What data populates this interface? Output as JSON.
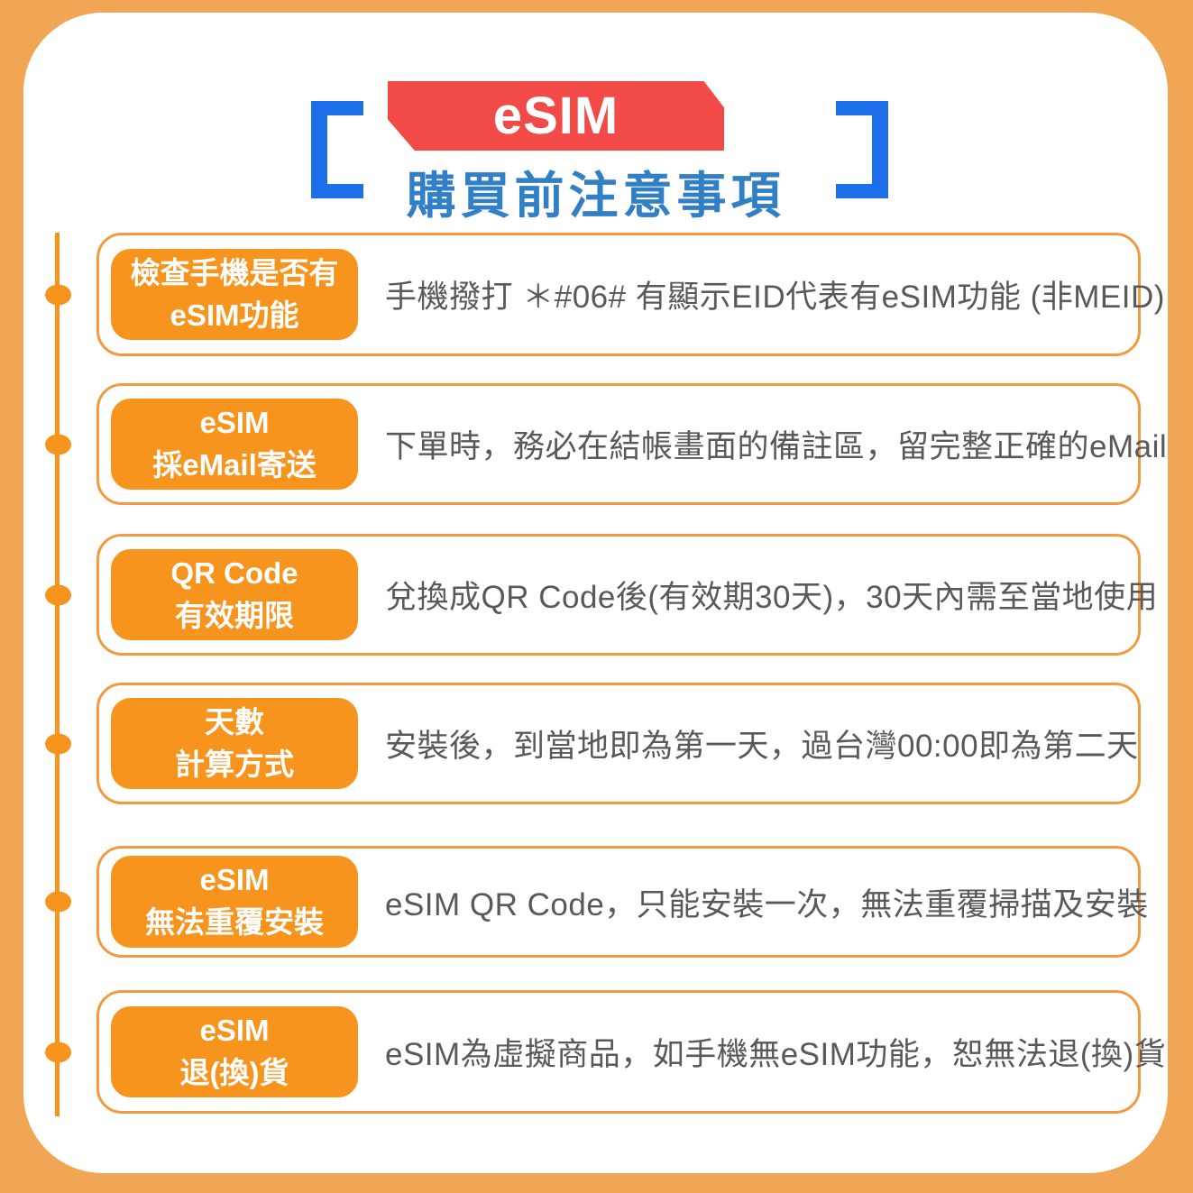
{
  "colors": {
    "background_orange": "#F0A655",
    "accent_orange": "#F7941E",
    "card_border_orange": "#F19A3E",
    "banner_red": "#F24A47",
    "bracket_blue": "#1C6FE8",
    "title_blue": "#3180C7",
    "body_text_gray": "#58595B"
  },
  "header": {
    "banner_label": "eSIM",
    "title": "購買前注意事項"
  },
  "rows": [
    {
      "label_line1": "檢查手機是否有",
      "label_line2": "eSIM功能",
      "description": "手機撥打 ＊#06# 有顯示EID代表有eSIM功能 (非MEID)"
    },
    {
      "label_line1": "eSIM",
      "label_line2": "採eMail寄送",
      "description": "下單時，務必在結帳畫面的備註區，留完整正確的eMail"
    },
    {
      "label_line1": "QR Code",
      "label_line2": "有效期限",
      "description": "兌換成QR Code後(有效期30天)，30天內需至當地使用"
    },
    {
      "label_line1": "天數",
      "label_line2": "計算方式",
      "description": "安裝後，到當地即為第一天，過台灣00:00即為第二天"
    },
    {
      "label_line1": "eSIM",
      "label_line2": "無法重覆安裝",
      "description": "eSIM QR Code，只能安裝一次，無法重覆掃描及安裝"
    },
    {
      "label_line1": "eSIM",
      "label_line2": "退(換)貨",
      "description": "eSIM為虛擬商品，如手機無eSIM功能，恕無法退(換)貨"
    }
  ]
}
